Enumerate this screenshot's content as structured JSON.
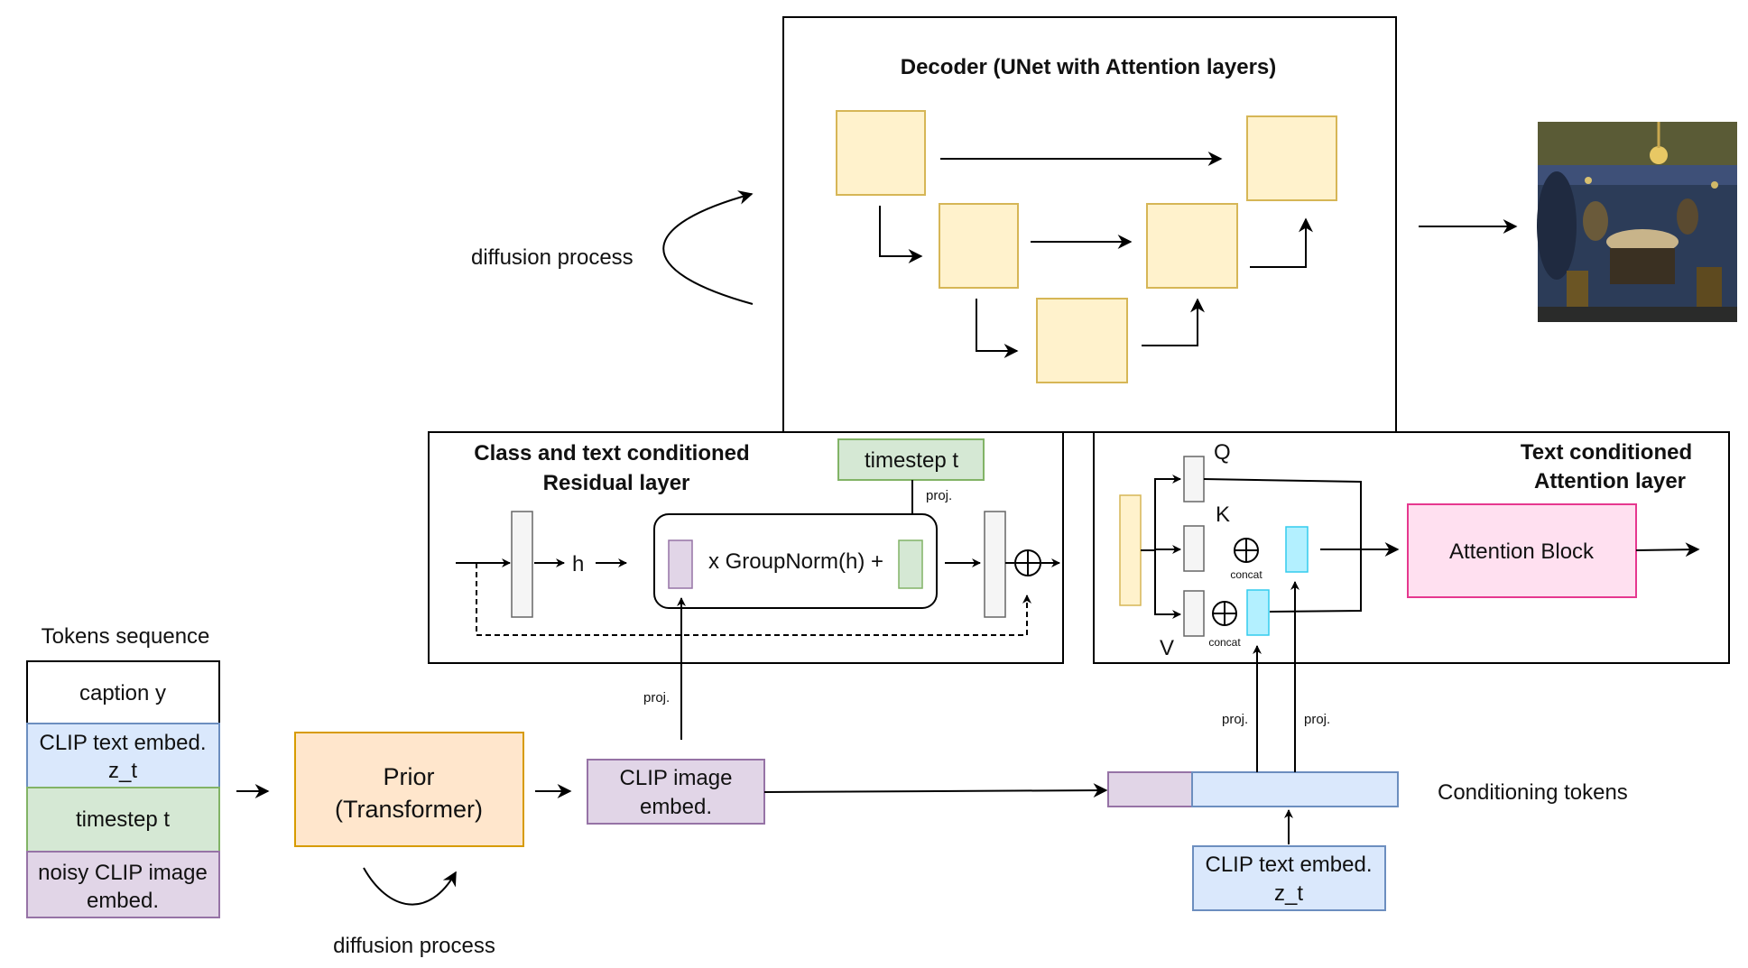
{
  "decoder": {
    "title": "Decoder (UNet with Attention layers)"
  },
  "diffusion_top": "diffusion process",
  "diffusion_bottom": "diffusion process",
  "residual": {
    "title_line1": "Class and text conditioned",
    "title_line2": "Residual layer",
    "timestep": "timestep t",
    "proj": "proj.",
    "h": "h",
    "groupnorm": "x GroupNorm(h) +"
  },
  "attention": {
    "title_line1": "Text conditioned",
    "title_line2": "Attention layer",
    "q": "Q",
    "k": "K",
    "v": "V",
    "concat": "concat",
    "block": "Attention Block"
  },
  "tokens": {
    "title": "Tokens sequence",
    "caption": "caption y",
    "clip_text_line1": "CLIP text embed.",
    "clip_text_line2": "z_t",
    "timestep": "timestep t",
    "noisy_line1": "noisy CLIP image",
    "noisy_line2": "embed."
  },
  "prior": {
    "line1": "Prior",
    "line2": "(Transformer)"
  },
  "clip_image": {
    "line1": "CLIP image",
    "line2": "embed."
  },
  "proj_left": "proj.",
  "proj_cond_1": "proj.",
  "proj_cond_2": "proj.",
  "conditioning": "Conditioning tokens",
  "clip_text_bottom": {
    "line1": "CLIP text embed.",
    "line2": "z_t"
  },
  "colors": {
    "yellow_fill": "#fff2cc",
    "yellow_stroke": "#d6b656",
    "orange_fill": "#ffe6cc",
    "orange_stroke": "#d79b00",
    "purple_fill": "#e1d5e7",
    "purple_stroke": "#9673a6",
    "blue_fill": "#dae8fc",
    "blue_stroke": "#6c8ebf",
    "green_fill": "#d5e8d4",
    "green_stroke": "#82b366",
    "pink_fill": "#ffe0f0",
    "pink_stroke": "#e6388f",
    "cyan_fill": "#b3f0ff",
    "cyan_stroke": "#33ccee"
  }
}
